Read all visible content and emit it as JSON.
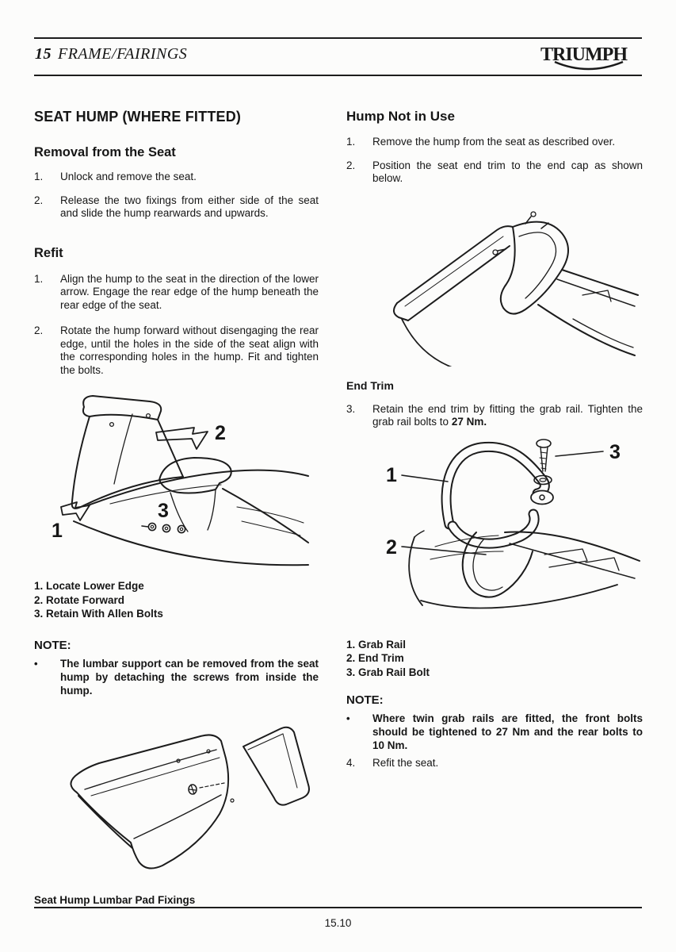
{
  "header": {
    "chapter_number": "15",
    "chapter_title": "FRAME/FAIRINGS",
    "brand": "TRIUMPH"
  },
  "left": {
    "section_title": "SEAT HUMP (WHERE FITTED)",
    "removal": {
      "heading": "Removal from the Seat",
      "items": [
        {
          "num": "1.",
          "text": "Unlock and remove the seat."
        },
        {
          "num": "2.",
          "text": "Release the two fixings from either side of the seat and slide the hump rearwards and upwards."
        }
      ]
    },
    "refit": {
      "heading": "Refit",
      "items": [
        {
          "num": "1.",
          "text": "Align the hump to the seat in the direction of the lower arrow.  Engage the rear edge of the hump beneath the rear edge of the seat."
        },
        {
          "num": "2.",
          "text": "Rotate the hump forward without disengaging the rear edge, until the holes in the side of the seat align with the corresponding holes in the hump.  Fit and tighten the bolts."
        }
      ]
    },
    "figure_refit_labels": {
      "l1": "1",
      "l2": "2",
      "l3": "3"
    },
    "figure_captions": [
      "1. Locate Lower Edge",
      "2. Rotate Forward",
      "3. Retain With Allen Bolts"
    ],
    "note": {
      "heading": "NOTE:",
      "bullet": "•",
      "text": "The lumbar support can be removed from the seat hump by detaching the screws from inside the hump."
    },
    "lumbar_caption": "Seat Hump Lumbar Pad Fixings"
  },
  "right": {
    "section_title": "Hump Not in Use",
    "items": [
      {
        "num": "1.",
        "text": "Remove the hump from the seat as described over."
      },
      {
        "num": "2.",
        "text": "Position the seat end trim to the end cap as shown below."
      }
    ],
    "end_trim": {
      "heading": "End Trim",
      "item_num": "3.",
      "item_text": "Retain the end trim by fitting the grab rail.  Tighten the grab rail bolts to ",
      "item_bold": "27 Nm."
    },
    "figure_grabrail_labels": {
      "l1": "1",
      "l2": "2",
      "l3": "3"
    },
    "figure_captions": [
      "1. Grab Rail",
      "2. End Trim",
      "3. Grab Rail Bolt"
    ],
    "note": {
      "heading": "NOTE:",
      "bullet": "•",
      "text": "Where twin grab rails are fitted, the front bolts should be tightened to 27 Nm and the rear bolts to 10 Nm."
    },
    "final_item": {
      "num": "4.",
      "text": "Refit the seat."
    }
  },
  "footer": {
    "page_number": "15.10"
  }
}
